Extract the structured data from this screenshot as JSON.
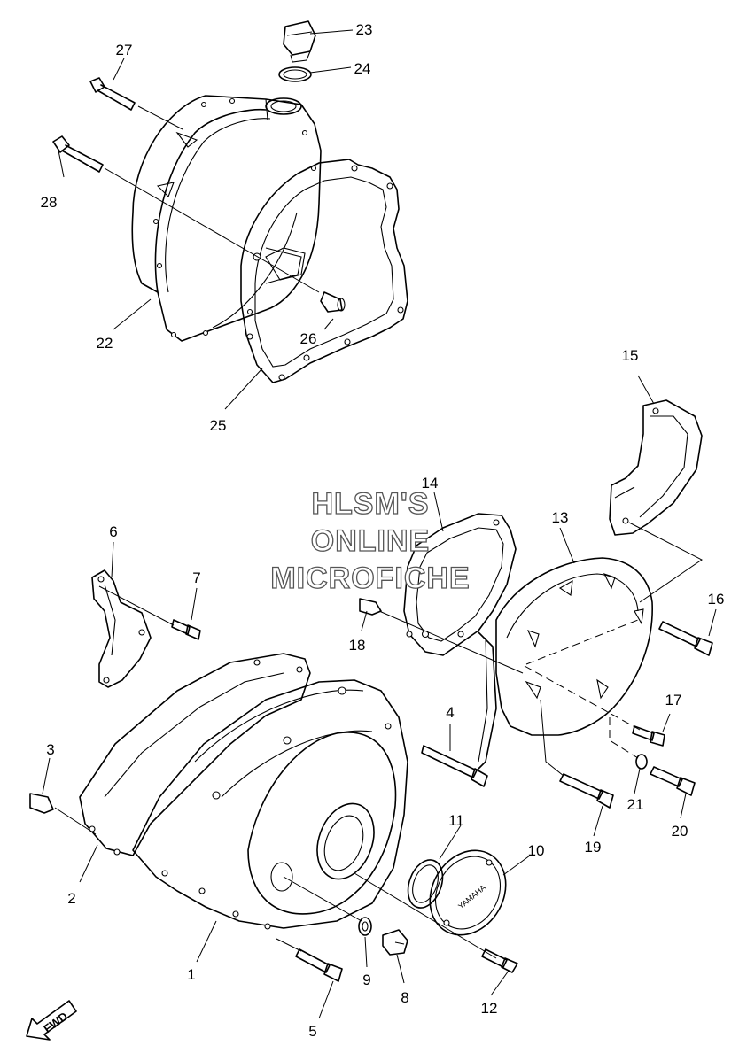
{
  "watermark": {
    "line1": "HLSM'S",
    "line2": "ONLINE",
    "line3": "MICROFICHE"
  },
  "direction_badge": "FWD",
  "cover_brand": "YAMAHA",
  "callouts": {
    "c1": "1",
    "c2": "2",
    "c3": "3",
    "c4": "4",
    "c5": "5",
    "c6": "6",
    "c7": "7",
    "c8": "8",
    "c9": "9",
    "c10": "10",
    "c11": "11",
    "c12": "12",
    "c13": "13",
    "c14": "14",
    "c15": "15",
    "c16": "16",
    "c17": "17",
    "c18": "18",
    "c19": "19",
    "c20": "20",
    "c21": "21",
    "c22": "22",
    "c23": "23",
    "c24": "24",
    "c25": "25",
    "c26": "26",
    "c27": "27",
    "c28": "28"
  }
}
